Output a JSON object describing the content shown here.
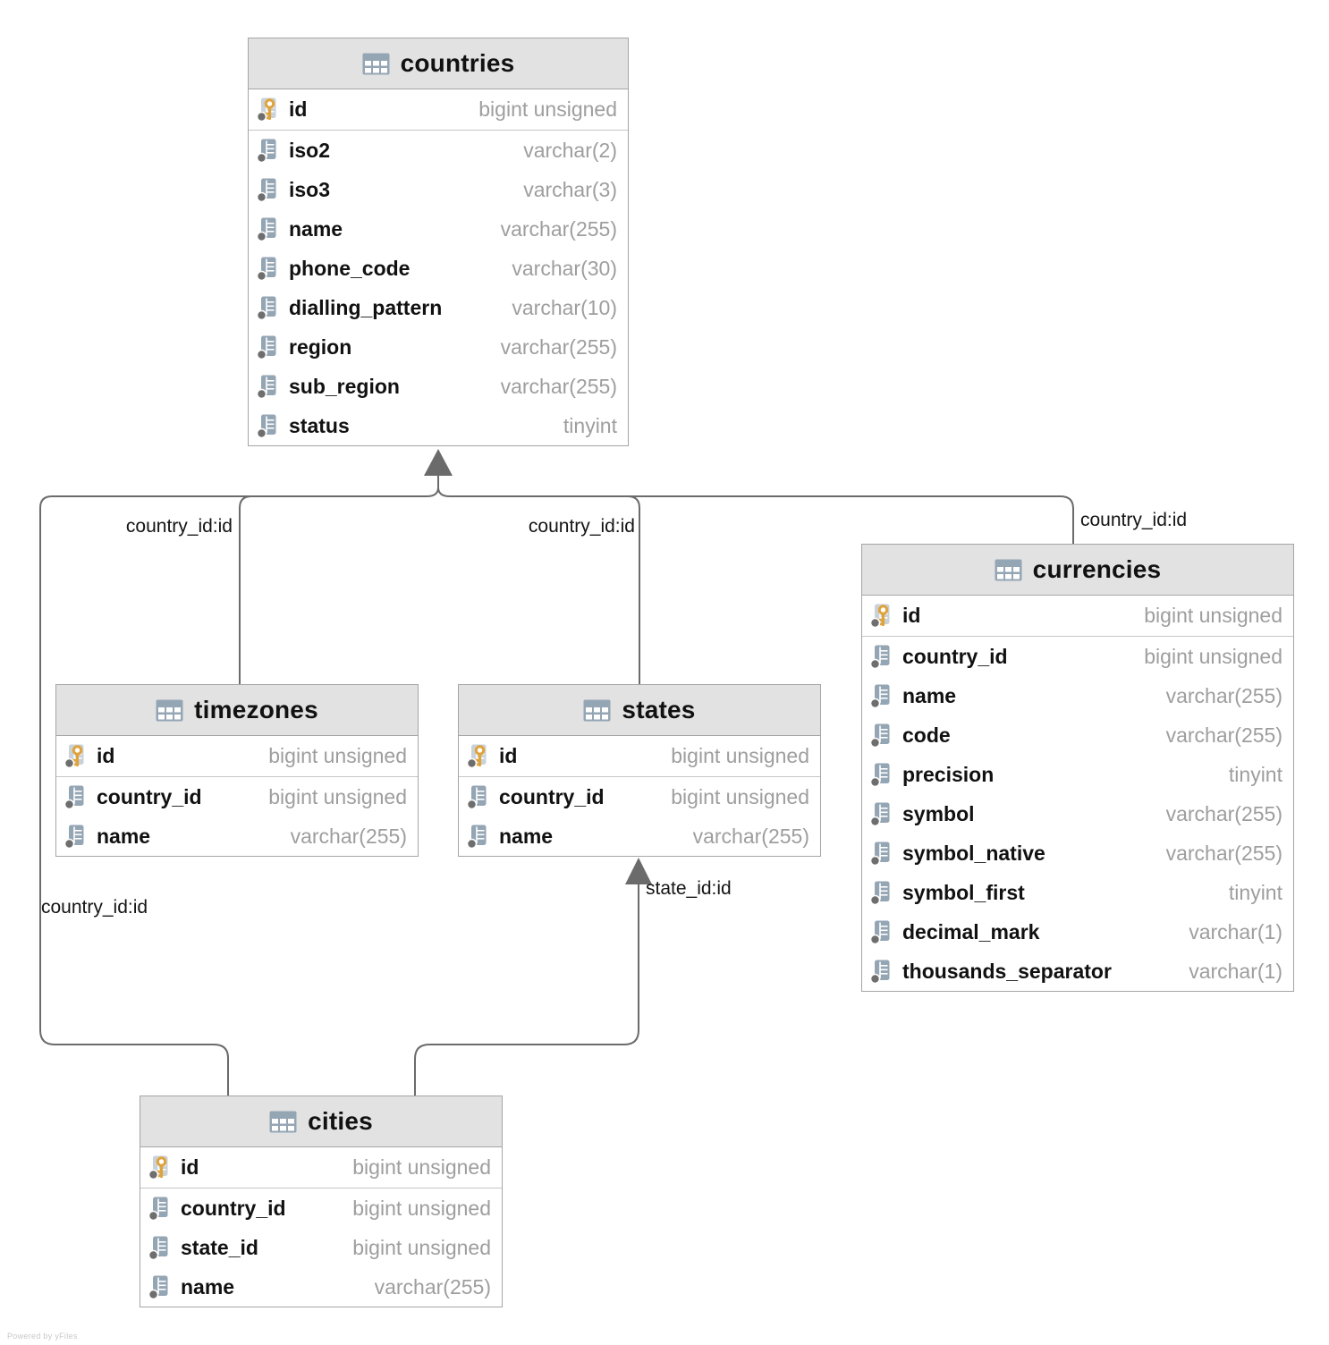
{
  "diagram": {
    "watermark": "Powered by yFiles",
    "colors": {
      "header_bg": "#e2e2e2",
      "border": "#a5a5a5",
      "edge": "#6b6b6b",
      "icon": "#94a5b4",
      "key": "#dfa33c",
      "dot": "#6e6e6e",
      "type_text": "#9e9e9e"
    },
    "edge_labels": {
      "timezones_country": "country_id:id",
      "states_country": "country_id:id",
      "currencies_country": "country_id:id",
      "cities_country": "country_id:id",
      "cities_state": "state_id:id"
    },
    "tables": [
      {
        "name": "countries",
        "columns": [
          {
            "name": "id",
            "type": "bigint unsigned",
            "pk": true
          },
          {
            "name": "iso2",
            "type": "varchar(2)",
            "pk": false
          },
          {
            "name": "iso3",
            "type": "varchar(3)",
            "pk": false
          },
          {
            "name": "name",
            "type": "varchar(255)",
            "pk": false
          },
          {
            "name": "phone_code",
            "type": "varchar(30)",
            "pk": false
          },
          {
            "name": "dialling_pattern",
            "type": "varchar(10)",
            "pk": false
          },
          {
            "name": "region",
            "type": "varchar(255)",
            "pk": false
          },
          {
            "name": "sub_region",
            "type": "varchar(255)",
            "pk": false
          },
          {
            "name": "status",
            "type": "tinyint",
            "pk": false
          }
        ]
      },
      {
        "name": "timezones",
        "columns": [
          {
            "name": "id",
            "type": "bigint unsigned",
            "pk": true
          },
          {
            "name": "country_id",
            "type": "bigint unsigned",
            "pk": false
          },
          {
            "name": "name",
            "type": "varchar(255)",
            "pk": false
          }
        ]
      },
      {
        "name": "states",
        "columns": [
          {
            "name": "id",
            "type": "bigint unsigned",
            "pk": true
          },
          {
            "name": "country_id",
            "type": "bigint unsigned",
            "pk": false
          },
          {
            "name": "name",
            "type": "varchar(255)",
            "pk": false
          }
        ]
      },
      {
        "name": "currencies",
        "columns": [
          {
            "name": "id",
            "type": "bigint unsigned",
            "pk": true
          },
          {
            "name": "country_id",
            "type": "bigint unsigned",
            "pk": false
          },
          {
            "name": "name",
            "type": "varchar(255)",
            "pk": false
          },
          {
            "name": "code",
            "type": "varchar(255)",
            "pk": false
          },
          {
            "name": "precision",
            "type": "tinyint",
            "pk": false
          },
          {
            "name": "symbol",
            "type": "varchar(255)",
            "pk": false
          },
          {
            "name": "symbol_native",
            "type": "varchar(255)",
            "pk": false
          },
          {
            "name": "symbol_first",
            "type": "tinyint",
            "pk": false
          },
          {
            "name": "decimal_mark",
            "type": "varchar(1)",
            "pk": false
          },
          {
            "name": "thousands_separator",
            "type": "varchar(1)",
            "pk": false
          }
        ]
      },
      {
        "name": "cities",
        "columns": [
          {
            "name": "id",
            "type": "bigint unsigned",
            "pk": true
          },
          {
            "name": "country_id",
            "type": "bigint unsigned",
            "pk": false
          },
          {
            "name": "state_id",
            "type": "bigint unsigned",
            "pk": false
          },
          {
            "name": "name",
            "type": "varchar(255)",
            "pk": false
          }
        ]
      }
    ]
  }
}
